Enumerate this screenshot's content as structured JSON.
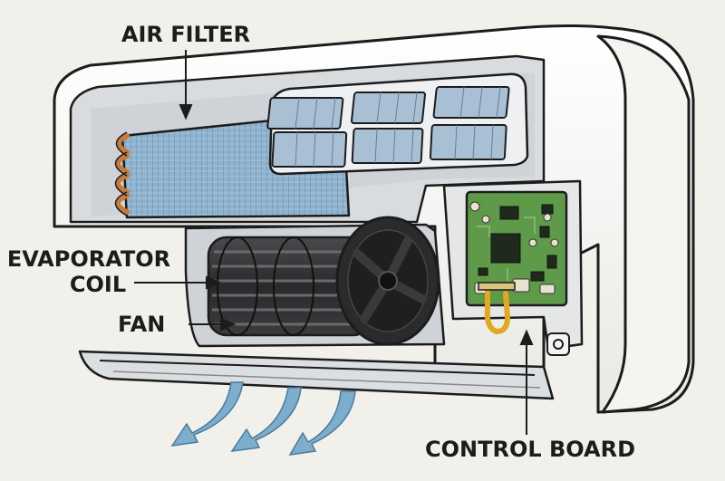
{
  "labels": {
    "air_filter": "AIR FILTER",
    "evaporator_line1": "EVAPORATOR",
    "evaporator_line2": "COIL",
    "fan": "FAN",
    "control_board": "CONTROL BOARD"
  },
  "colors": {
    "background": "#f2f0ea",
    "housing": "#fafaf8",
    "outline": "#1c1c1c",
    "coil_blue": "#8fb3cf",
    "copper": "#c77a3a",
    "filter_blue": "#a9c0d4",
    "fan_dark": "#2e2e30",
    "pcb_green": "#5f9a4a",
    "wire_yellow": "#e2a91f",
    "airflow": "#7eaecd"
  }
}
